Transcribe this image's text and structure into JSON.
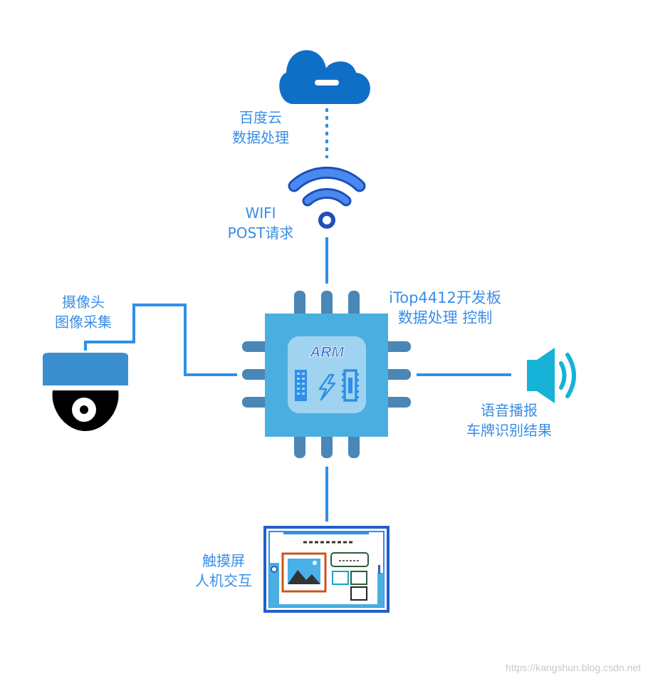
{
  "nodes": {
    "cloud": {
      "line1": "百度云",
      "line2": "数据处理"
    },
    "wifi": {
      "line1": "WIFI",
      "line2": "POST请求"
    },
    "board": {
      "line1": "iTop4412开发板",
      "line2": "数据处理 控制",
      "chip_label": "ARM"
    },
    "camera": {
      "line1": "摄像头",
      "line2": "图像采集"
    },
    "speaker": {
      "line1": "语音播报",
      "line2": "车牌识别结果"
    },
    "touchscreen": {
      "line1": "触摸屏",
      "line2": "人机交互"
    }
  },
  "watermark": "https://kangshun.blog.csdn.net",
  "colors": {
    "text": "#3a8ee6",
    "line": "#2f8fe8",
    "chip": "#4aaee0",
    "cloud": "#0f6fc6",
    "speaker": "#16b2d8"
  }
}
